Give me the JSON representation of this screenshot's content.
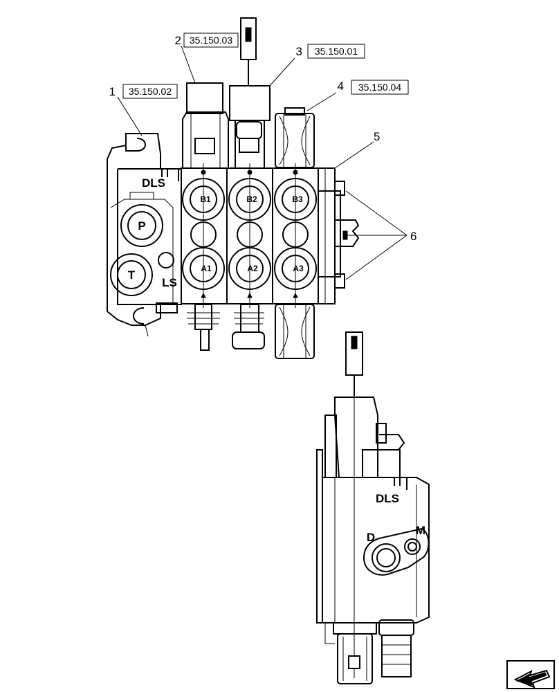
{
  "callouts": {
    "c1": {
      "number": "1",
      "ref": "35.150.02"
    },
    "c2": {
      "number": "2",
      "ref": "35.150.03"
    },
    "c3": {
      "number": "3",
      "ref": "35.150.01"
    },
    "c4": {
      "number": "4",
      "ref": "35.150.04"
    },
    "c5": {
      "number": "5"
    },
    "c6": {
      "number": "6"
    }
  },
  "ports": {
    "front": {
      "p": "P",
      "t": "T",
      "ls": "LS",
      "dls": "DLS",
      "b1": "B1",
      "b2": "B2",
      "b3": "B3",
      "a1": "A1",
      "a2": "A2",
      "a3": "A3"
    },
    "side": {
      "dls": "DLS",
      "d": "D",
      "m": "M"
    }
  },
  "nav_icon": "next-page-arrow-icon"
}
